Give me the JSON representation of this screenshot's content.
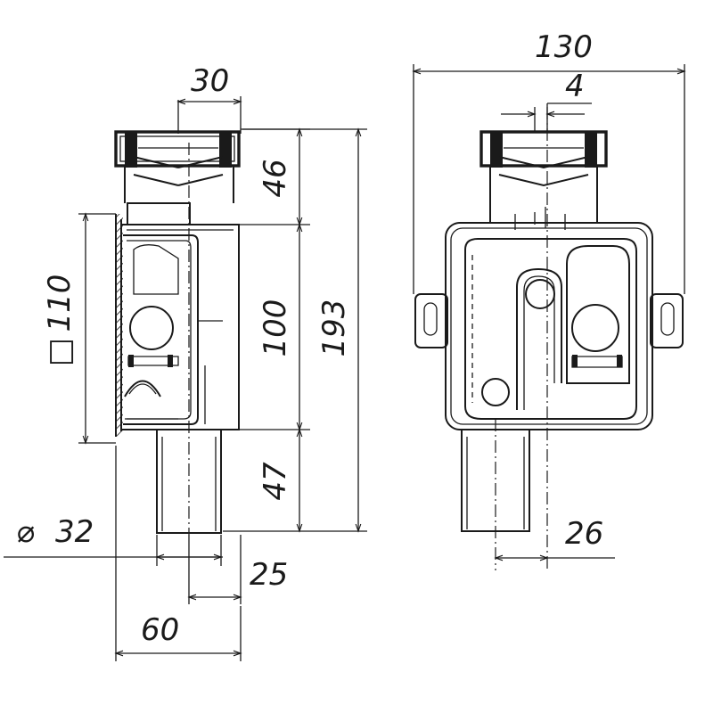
{
  "dimensions": {
    "d30": "30",
    "d46": "46",
    "d110": "110",
    "d100": "100",
    "d193": "193",
    "d47": "47",
    "d32": "32",
    "d25": "25",
    "d60": "60",
    "d130": "130",
    "d4": "4",
    "d26": "26"
  },
  "symbols": {
    "diameter": "⌀",
    "square": "□"
  }
}
